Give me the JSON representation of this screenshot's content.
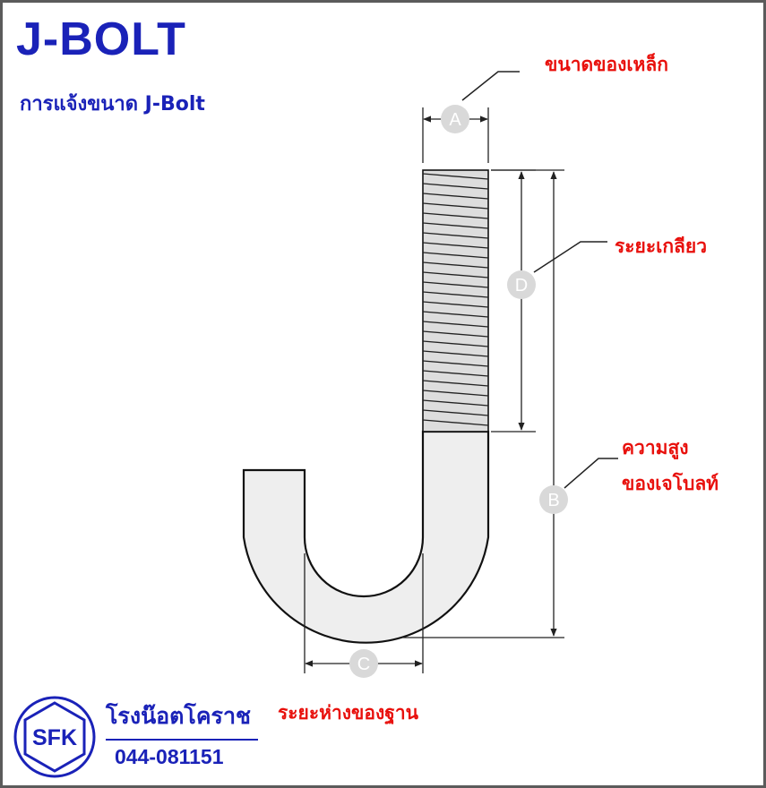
{
  "title": "J-BOLT",
  "subtitle": "การแจ้งขนาด J-Bolt",
  "labels": {
    "steel_size": "ขนาดของเหล็ก",
    "thread_length": "ระยะเกลียว",
    "height_line1": "ความสูง",
    "height_line2": "ของเจโบลท์",
    "base_distance": "ระยะห่างของฐาน"
  },
  "markers": {
    "a": "A",
    "b": "B",
    "c": "C",
    "d": "D"
  },
  "company": {
    "logo_text": "SFK",
    "name": "โรงน๊อตโคราช",
    "phone": "044-081151"
  },
  "colors": {
    "brand_blue": "#1a22b8",
    "label_red": "#e8100c",
    "bolt_fill": "#eeeeee",
    "marker_gray": "#d9d9d9"
  }
}
